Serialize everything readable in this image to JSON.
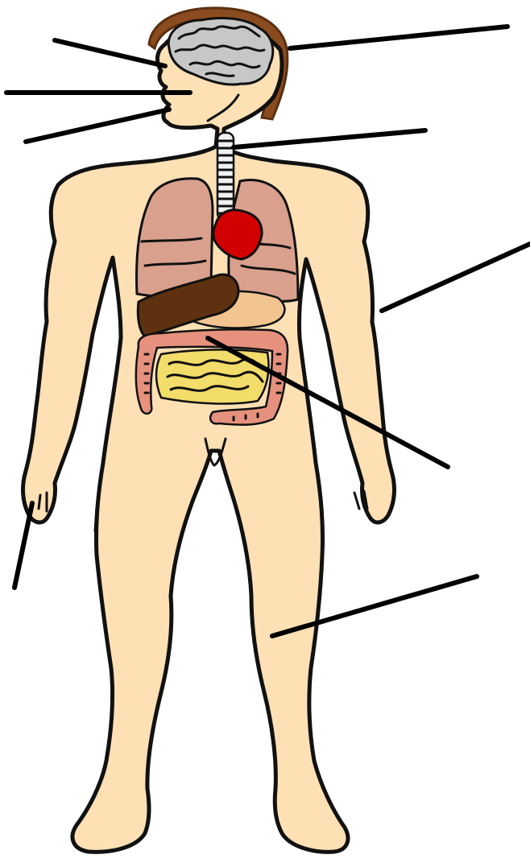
{
  "diagram": {
    "colors": {
      "skin": "#fde0b4",
      "hair": "#8a4b1e",
      "brain": "#c7c7c7",
      "lungs": "#d9a08d",
      "heart": "#d30000",
      "liver": "#5e3210",
      "stomach": "#f2c590",
      "trachea": "#f1f1f1",
      "large_intestine": "#e6917d",
      "small_intestine": "#f2dc6a",
      "outline": "#111111",
      "leader_line": "#000000"
    },
    "structures": [
      {
        "id": "body",
        "icon": "human-body-icon"
      },
      {
        "id": "hair",
        "icon": "hair-icon"
      },
      {
        "id": "brain",
        "icon": "brain-icon"
      },
      {
        "id": "trachea",
        "icon": "trachea-icon"
      },
      {
        "id": "lungs",
        "icon": "lungs-icon"
      },
      {
        "id": "heart",
        "icon": "heart-icon"
      },
      {
        "id": "liver",
        "icon": "liver-icon"
      },
      {
        "id": "stomach",
        "icon": "stomach-icon"
      },
      {
        "id": "large-intestine",
        "icon": "large-intestine-icon"
      },
      {
        "id": "small-intestine",
        "icon": "small-intestine-icon"
      }
    ],
    "labels": [
      {
        "id": "label-brain",
        "text": ""
      },
      {
        "id": "label-nose",
        "text": ""
      },
      {
        "id": "label-mouth",
        "text": ""
      },
      {
        "id": "label-hair",
        "text": ""
      },
      {
        "id": "label-neck",
        "text": ""
      },
      {
        "id": "label-arm",
        "text": ""
      },
      {
        "id": "label-intestine",
        "text": ""
      },
      {
        "id": "label-hand",
        "text": ""
      },
      {
        "id": "label-leg",
        "text": ""
      }
    ]
  }
}
